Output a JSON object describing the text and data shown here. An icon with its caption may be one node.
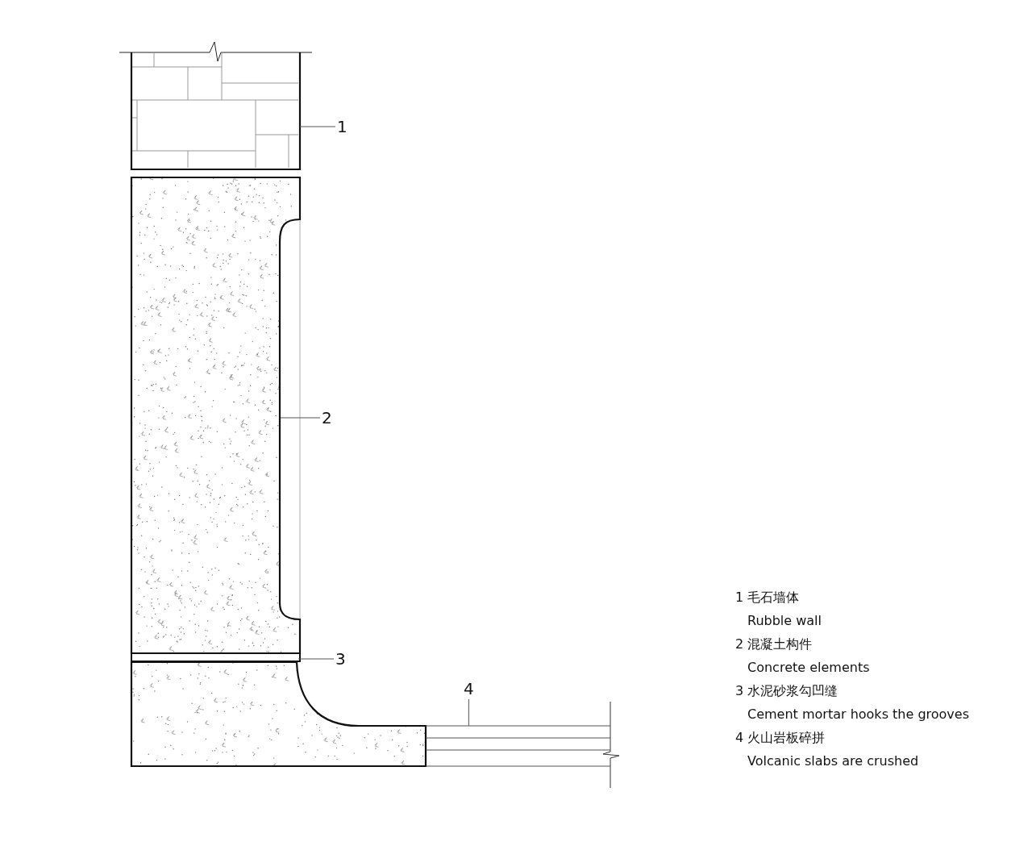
{
  "diagram": {
    "nodes": [
      {
        "text": [
          "1"
        ]
      },
      {
        "text": [
          "2"
        ]
      },
      {
        "text": [
          "3"
        ]
      },
      {
        "text": [
          "4"
        ]
      },
      {
        "text": [],
        "shape": "picture"
      },
      {
        "text": [],
        "shape": "picture"
      },
      {
        "text": [],
        "shape": "box"
      },
      {
        "text": [],
        "shape": "picture"
      }
    ],
    "edges": [
      {
        "from": 0,
        "to": 4,
        "arrow": "none"
      },
      {
        "from": 1,
        "to": 5,
        "arrow": "none"
      },
      {
        "from": 2,
        "to": 6,
        "arrow": "none"
      },
      {
        "from": 3,
        "to": 7,
        "arrow": "none"
      }
    ],
    "labels": [
      "1 毛石墙体",
      "Rubble wall",
      "2 混凝土构件",
      "Concrete elements",
      "3 水泥砂浆勾凹缝",
      "Cement mortar hooks the grooves",
      "4 火山岩板碎拼",
      "Volcanic slabs are crushed"
    ]
  }
}
